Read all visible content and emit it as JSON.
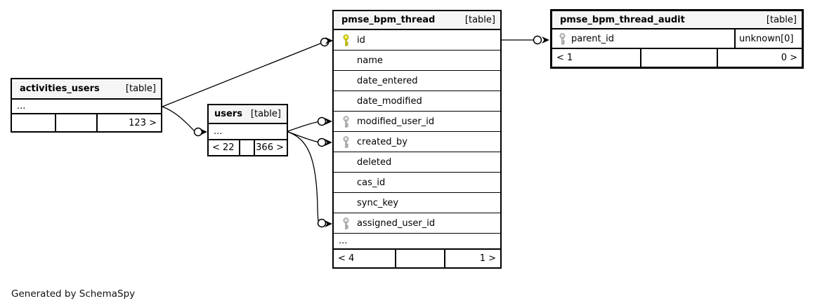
{
  "page": {
    "footer_note": "Generated by SchemaSpy"
  },
  "colors": {
    "background": "#ffffff",
    "table_header_bg": "#f5f5f5",
    "table_border": "#000000",
    "primary_key_fill": "#e8e000",
    "foreign_key_fill": "#cccccc"
  },
  "tables": {
    "activities_users": {
      "name": "activities_users",
      "type_label": "[table]",
      "rows": [
        {
          "label": "..."
        }
      ],
      "footer": {
        "left": "",
        "middle": "",
        "right": "123 >"
      }
    },
    "users": {
      "name": "users",
      "type_label": "[table]",
      "rows": [
        {
          "label": "..."
        }
      ],
      "footer": {
        "left": "< 22",
        "middle": "",
        "right": "366 >"
      }
    },
    "pmse_bpm_thread": {
      "name": "pmse_bpm_thread",
      "type_label": "[table]",
      "columns": [
        {
          "label": "id",
          "key": "primary"
        },
        {
          "label": "name",
          "key": ""
        },
        {
          "label": "date_entered",
          "key": ""
        },
        {
          "label": "date_modified",
          "key": ""
        },
        {
          "label": "modified_user_id",
          "key": "foreign"
        },
        {
          "label": "created_by",
          "key": "foreign"
        },
        {
          "label": "deleted",
          "key": ""
        },
        {
          "label": "cas_id",
          "key": ""
        },
        {
          "label": "sync_key",
          "key": ""
        },
        {
          "label": "assigned_user_id",
          "key": "foreign"
        }
      ],
      "ellipsis": "...",
      "footer": {
        "left": "< 4",
        "middle": "",
        "right": "1 >"
      }
    },
    "pmse_bpm_thread_audit": {
      "name": "pmse_bpm_thread_audit",
      "type_label": "[table]",
      "columns": [
        {
          "label": "parent_id",
          "key": "foreign",
          "type": "unknown[0]"
        }
      ],
      "footer": {
        "left": "< 1",
        "middle": "",
        "right": "0 >"
      }
    }
  },
  "relationships": [
    {
      "from": "activities_users",
      "to": "pmse_bpm_thread.id"
    },
    {
      "from": "activities_users",
      "to": "users"
    },
    {
      "from": "users",
      "to": "pmse_bpm_thread.modified_user_id"
    },
    {
      "from": "users",
      "to": "pmse_bpm_thread.created_by"
    },
    {
      "from": "users",
      "to": "pmse_bpm_thread.assigned_user_id"
    },
    {
      "from": "pmse_bpm_thread.id",
      "to": "pmse_bpm_thread_audit.parent_id"
    }
  ]
}
